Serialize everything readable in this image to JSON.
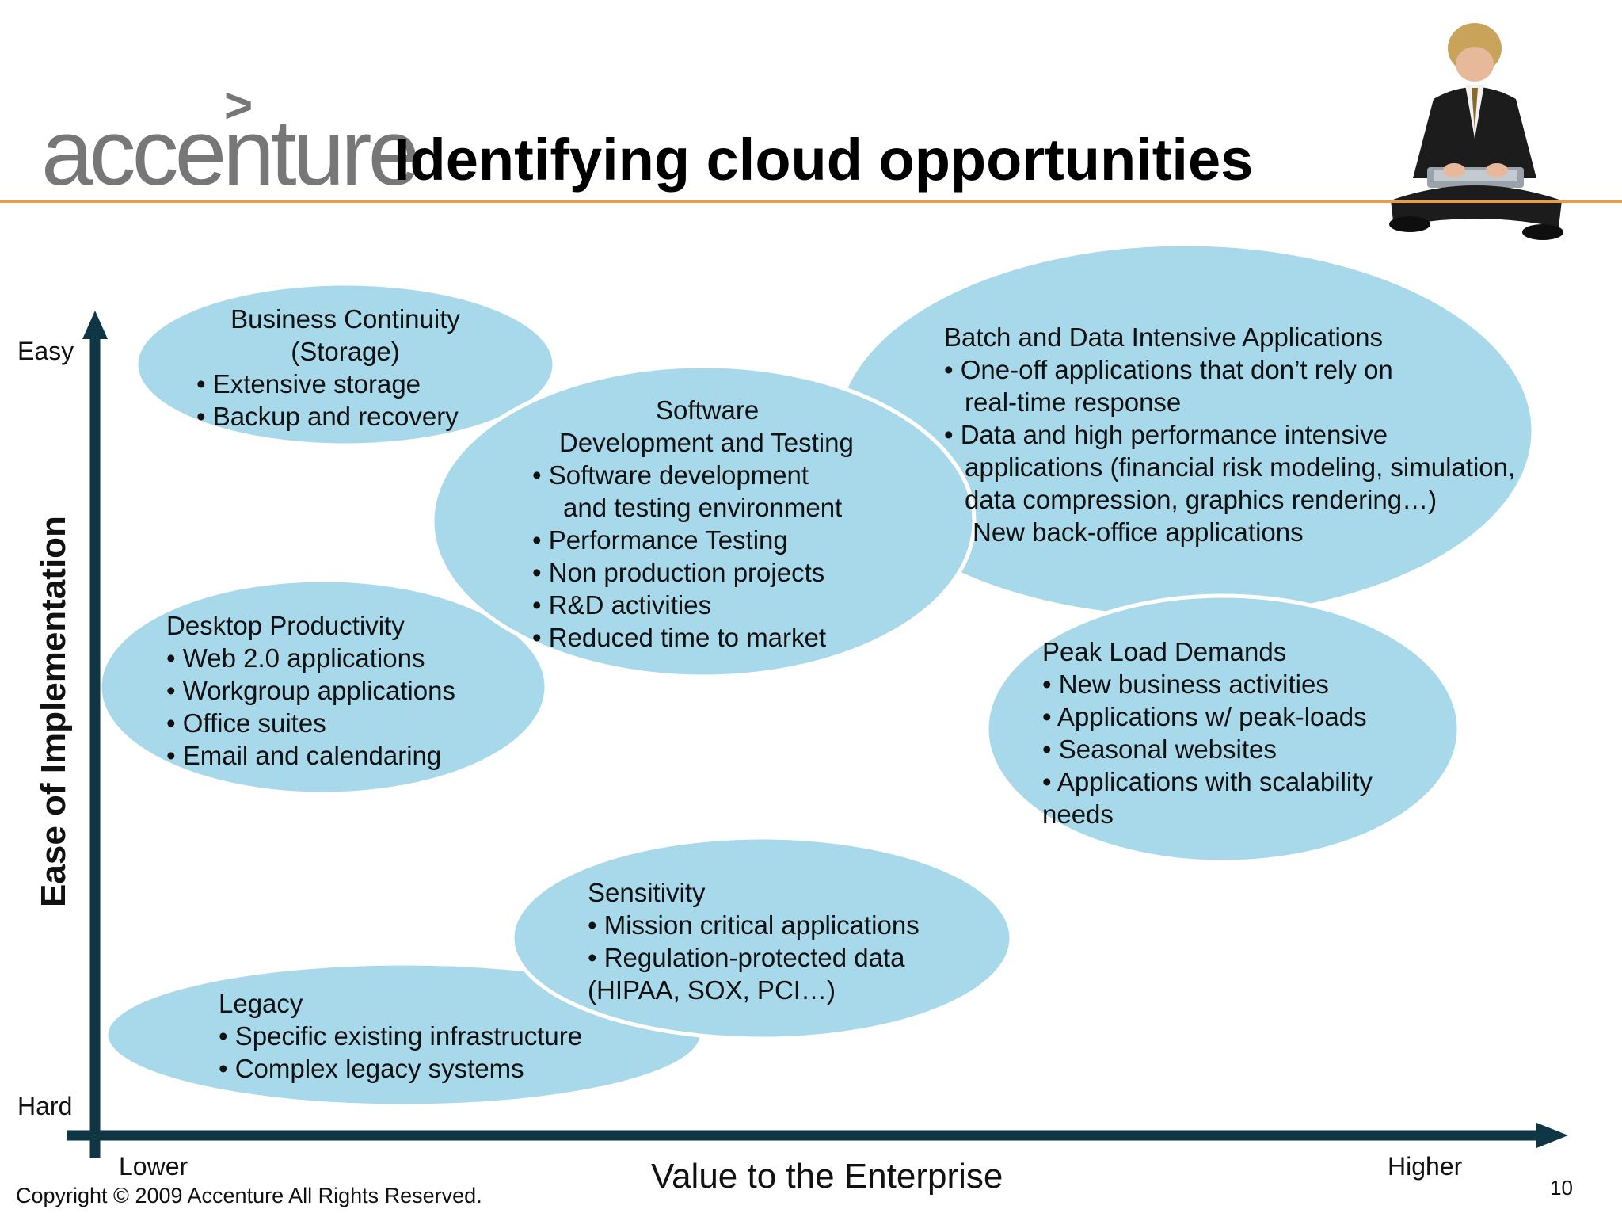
{
  "header": {
    "logo_text": "accenture",
    "logo_chevron": ">",
    "title": "Identifying cloud opportunities"
  },
  "axes": {
    "y_title": "Ease of Implementation",
    "y_top": "Easy",
    "y_bottom": "Hard",
    "x_title": "Value to the Enterprise",
    "x_left": "Lower",
    "x_right": "Higher"
  },
  "bubbles": {
    "business_continuity": {
      "lines": [
        "Business Continuity",
        "(Storage)",
        "• Extensive storage",
        "• Backup and recovery"
      ]
    },
    "software_dev": {
      "lines": [
        "Software",
        "Development and Testing",
        "•   Software development",
        "and testing environment",
        "•   Performance Testing",
        "•   Non production projects",
        "•   R&D activities",
        "•  Reduced time to market"
      ]
    },
    "batch_data": {
      "lines": [
        "Batch and Data Intensive Applications",
        "•  One-off applications that don’t rely on",
        "real-time response",
        "•  Data and high performance intensive",
        "applications (financial risk modeling, simulation,",
        "data compression, graphics rendering…)",
        "New back-office applications"
      ]
    },
    "desktop": {
      "lines": [
        "Desktop Productivity",
        "• Web 2.0 applications",
        "• Workgroup applications",
        "• Office suites",
        "• Email and calendaring"
      ]
    },
    "peak_load": {
      "lines": [
        "Peak Load Demands",
        "•  New business activities",
        "•  Applications w/ peak-loads",
        "•  Seasonal websites",
        "•  Applications with scalability",
        "needs"
      ]
    },
    "sensitivity": {
      "lines": [
        "Sensitivity",
        "•  Mission critical applications",
        "• Regulation-protected data",
        "(HIPAA, SOX, PCI…)"
      ]
    },
    "legacy": {
      "lines": [
        "Legacy",
        "• Specific existing infrastructure",
        "• Complex legacy systems"
      ]
    }
  },
  "footer": {
    "copyright": "Copyright © 2009 Accenture All Rights Reserved.",
    "page_number": "10"
  },
  "colors": {
    "bubble_fill": "#a8d9ea",
    "axis": "#0f3645",
    "rule": "#f19a3e",
    "logo": "#777777"
  }
}
